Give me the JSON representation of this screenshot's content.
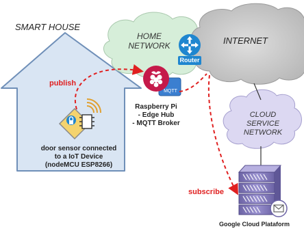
{
  "smart_house": {
    "title": "SMART HOUSE"
  },
  "home_network": {
    "line1": "HOME",
    "line2": "NETWORK"
  },
  "internet": {
    "label": "INTERNET"
  },
  "router": {
    "label": "Router"
  },
  "raspberry": {
    "badge": "MQTT",
    "caption_1": "Raspberry Pi",
    "caption_2": "- Edge Hub",
    "caption_3": "- MQTT Broker"
  },
  "cloud_service": {
    "line1": "CLOUD",
    "line2": "SERVICE",
    "line3": "NETWORK"
  },
  "iot_device": {
    "caption_1": "door sensor connected",
    "caption_2": "to a IoT Device",
    "caption_3": "(nodeMCU ESP8266)"
  },
  "flows": {
    "publish": "publish",
    "subscribe": "subscribe"
  },
  "gcp": {
    "label": "Google Cloud Plataform"
  },
  "colors": {
    "house_fill": "#d9e5f3",
    "house_stroke": "#6f8fb8",
    "green_cloud": "#d6eed9",
    "grey_cloud": "#c9c9c9",
    "lilac_cloud": "#dcd8f2",
    "router_blue": "#1f86cf",
    "raspberry_red": "#c51a4a",
    "dashed_red": "#e02020",
    "server_purple": "#8178b8"
  }
}
